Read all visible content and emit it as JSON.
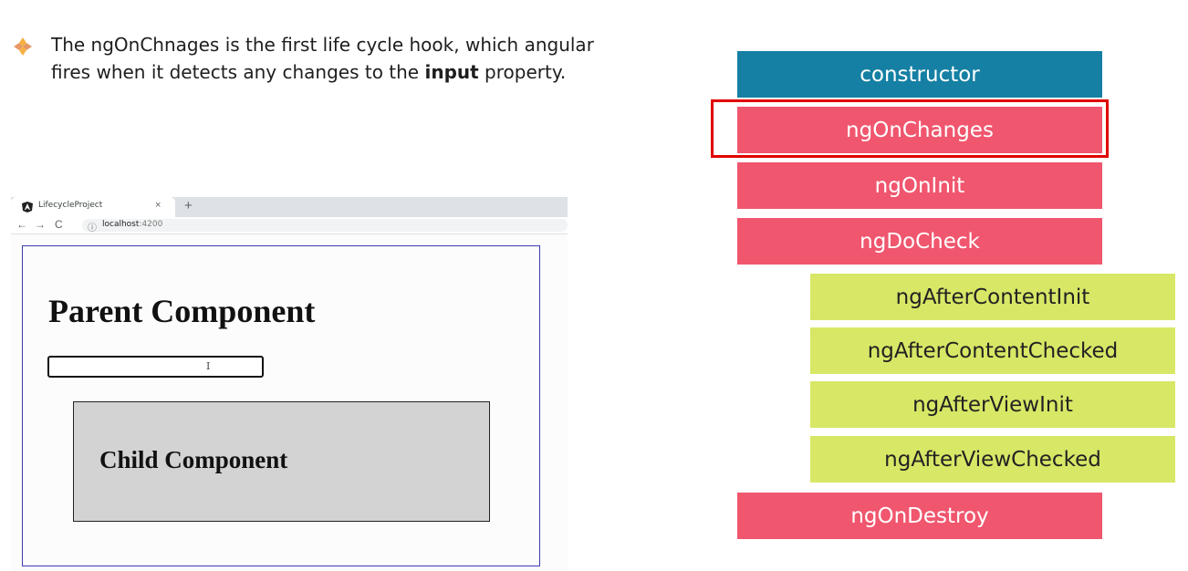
{
  "bullet": {
    "text_before": "The ngOnChnages is the first life cycle hook, which angular fires when it detects any changes to the ",
    "bold_word": "input",
    "text_after": " property.",
    "icon_color": "#f0a030"
  },
  "browser": {
    "tab_title": "LifecycleProject",
    "tab_close": "×",
    "new_tab": "+",
    "url_host": "localhost",
    "url_port": ":4200"
  },
  "app": {
    "parent_title": "Parent Component",
    "child_title": "Child Component"
  },
  "lifecycle": {
    "hooks": [
      {
        "label": "constructor",
        "color": "#1580a3"
      },
      {
        "label": "ngOnChanges",
        "color": "#f0566e",
        "highlighted": true
      },
      {
        "label": "ngOnInit",
        "color": "#f0566e"
      },
      {
        "label": "ngDoCheck",
        "color": "#f0566e"
      },
      {
        "label": "ngAfterContentInit",
        "color": "#d8e766"
      },
      {
        "label": "ngAfterContentChecked",
        "color": "#d8e766"
      },
      {
        "label": "ngAfterViewInit",
        "color": "#d8e766"
      },
      {
        "label": "ngAfterViewChecked",
        "color": "#d8e766"
      },
      {
        "label": "ngOnDestroy",
        "color": "#f0566e"
      }
    ],
    "highlight_color": "#e00000"
  }
}
